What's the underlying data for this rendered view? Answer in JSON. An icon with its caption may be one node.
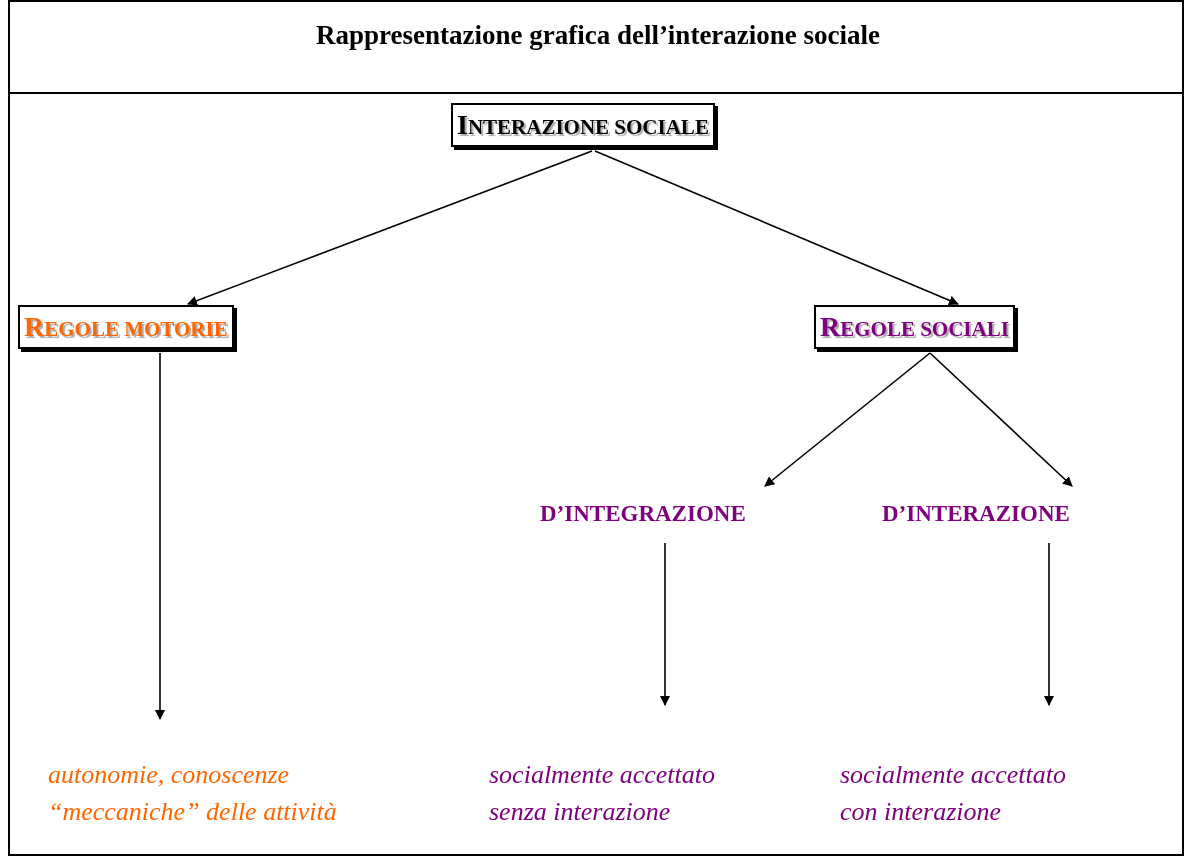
{
  "diagram": {
    "title": "Rappresentazione grafica dell’interazione sociale",
    "nodes": [
      {
        "text": [
          "INTERAZIONE SOCIALE"
        ]
      },
      {
        "text": [
          "REGOLE MOTORIE"
        ]
      },
      {
        "text": [
          "REGOLE SOCIALI"
        ]
      },
      {
        "text": [
          "D’INTEGRAZIONE"
        ]
      },
      {
        "text": [
          "D’INTERAZIONE"
        ]
      },
      {
        "text": [
          "autonomie, conoscenze “meccaniche” delle attività"
        ]
      },
      {
        "text": [
          "socialmente accettato senza interazione"
        ]
      },
      {
        "text": [
          "socialmente accettato con interazione"
        ]
      }
    ],
    "edges": [
      {
        "from": 0,
        "to": 1,
        "arrow": "to"
      },
      {
        "from": 0,
        "to": 2,
        "arrow": "to"
      },
      {
        "from": 1,
        "to": 5,
        "arrow": "to"
      },
      {
        "from": 2,
        "to": 3,
        "arrow": "to"
      },
      {
        "from": 2,
        "to": 4,
        "arrow": "to"
      },
      {
        "from": 3,
        "to": 6,
        "arrow": "to"
      },
      {
        "from": 4,
        "to": 7,
        "arrow": "to"
      }
    ]
  }
}
